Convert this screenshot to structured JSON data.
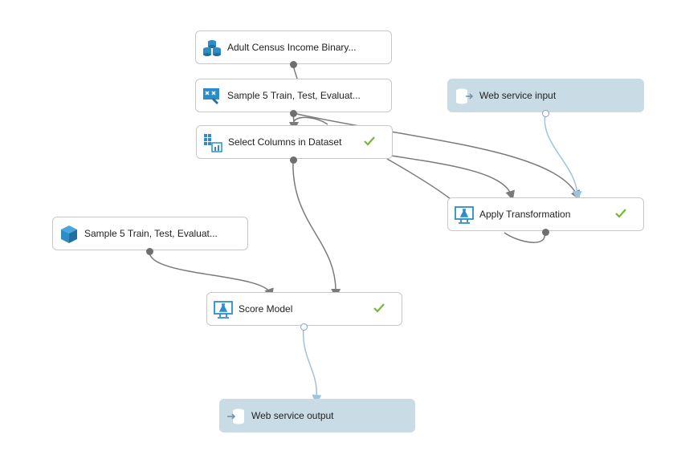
{
  "colors": {
    "wire_dark": "#7a7a7a",
    "wire_light": "#9fc3da",
    "io_bg": "#c9dbe5",
    "icon_blue": "#2c8dc7",
    "check_green": "#7ab53c"
  },
  "nodes": {
    "dataset": {
      "label": "Adult Census Income Binary...",
      "icon": "database-stack-icon"
    },
    "split": {
      "label": "Sample 5 Train, Test, Evaluat...",
      "icon": "transform-split-icon"
    },
    "select": {
      "label": "Select Columns in Dataset",
      "icon": "table-chart-icon",
      "status": "check"
    },
    "ws_input": {
      "label": "Web service input",
      "icon": "web-input-icon"
    },
    "apply": {
      "label": "Apply Transformation",
      "icon": "monitor-flask-icon",
      "status": "check"
    },
    "model": {
      "label": "Sample 5 Train, Test, Evaluat...",
      "icon": "cube-icon"
    },
    "score": {
      "label": "Score Model",
      "icon": "monitor-flask-icon",
      "status": "check"
    },
    "ws_output": {
      "label": "Web service output",
      "icon": "web-output-icon"
    }
  }
}
